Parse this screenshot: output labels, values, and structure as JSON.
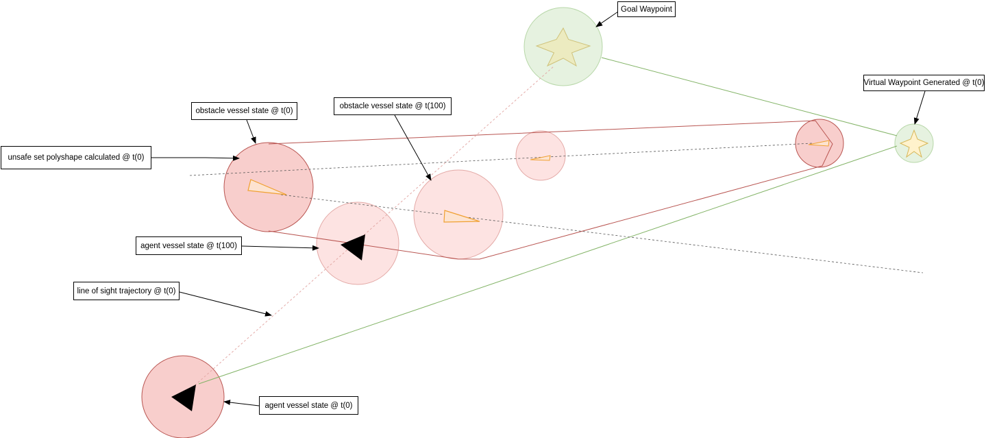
{
  "labels": {
    "goal_waypoint": "Goal Waypoint",
    "virtual_waypoint": "Virtual Waypoint Generated @ t(0)",
    "obstacle_t0": "obstacle vessel state @ t(0)",
    "obstacle_t100": "obstacle vessel state @ t(100)",
    "unsafe_set": "unsafe set polyshape calculated @ t(0)",
    "agent_t100": "agent vessel state @ t(100)",
    "los_trajectory": "line of sight trajectory @ t(0)",
    "agent_t0": "agent vessel state @ t(0)"
  },
  "colors": {
    "obstacle_fill": "#f8cecc",
    "obstacle_stroke": "#b85450",
    "ghost_fill": "#fde3e2",
    "ghost_stroke": "#e3a9a6",
    "waypoint_fill": "#e6f2e0",
    "waypoint_stroke": "#b7d7a8",
    "star_fill": "#fff2cc",
    "star_stroke": "#d6b656",
    "green_line": "#82b366",
    "red_line": "#b85450",
    "vessel_marker": "#f0a030",
    "agent_marker": "#000000"
  },
  "icons": {
    "goal": "star-icon",
    "virtual_waypoint": "star-icon",
    "agent": "triangle-icon",
    "obstacle": "triangle-outline-icon"
  }
}
